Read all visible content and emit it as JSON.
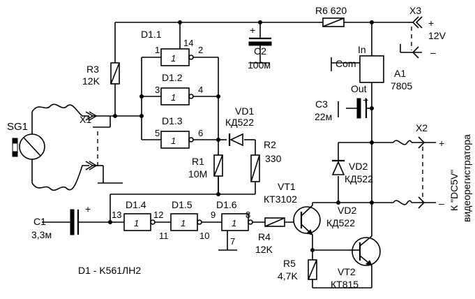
{
  "schematic": {
    "d1_label": "D1 - K561ЛН2",
    "d1_1": "D1.1",
    "d1_2": "D1.2",
    "d1_3": "D1.3",
    "d1_4": "D1.4",
    "d1_5": "D1.5",
    "d1_6": "D1.6",
    "gate_symbol": "1",
    "pins": {
      "p1": "1",
      "p2": "2",
      "p3": "3",
      "p4": "4",
      "p5": "5",
      "p6": "6",
      "p7": "7",
      "p8": "8",
      "p9": "9",
      "p10": "10",
      "p11": "11",
      "p12": "12",
      "p13": "13",
      "p14": "14"
    },
    "sg1": "SG1",
    "x1": "X1",
    "x2": "X2",
    "x3": "X3",
    "r1": "R1",
    "r1_val": "10M",
    "r2": "R2",
    "r2_val": "330",
    "r3": "R3",
    "r3_val": "12K",
    "r4": "R4",
    "r4_val": "12K",
    "r5": "R5",
    "r5_val": "4,7K",
    "r6": "R6 620",
    "c1": "C1",
    "c1_val": "3,3м",
    "c2": "C2",
    "c2_val": "100м",
    "c3": "C3",
    "c3_val": "22м",
    "vd1": "VD1",
    "vd1_val": "КД522",
    "vd2a": "VD2",
    "vd2a_val": "КД522",
    "vd2b": "VD2",
    "vd2b_val": "КД522",
    "vt1": "VT1",
    "vt1_val": "КТ3102",
    "vt2": "VT2",
    "vt2_val": "КТ815",
    "a1": "A1",
    "a1_val": "7805",
    "reg_in": "In",
    "reg_com": "Com",
    "reg_out": "Out",
    "v12": "12V",
    "plus": "+",
    "minus": "–",
    "out_label": "К \"DC5V\"",
    "out_label2": "видеорегистратора"
  }
}
